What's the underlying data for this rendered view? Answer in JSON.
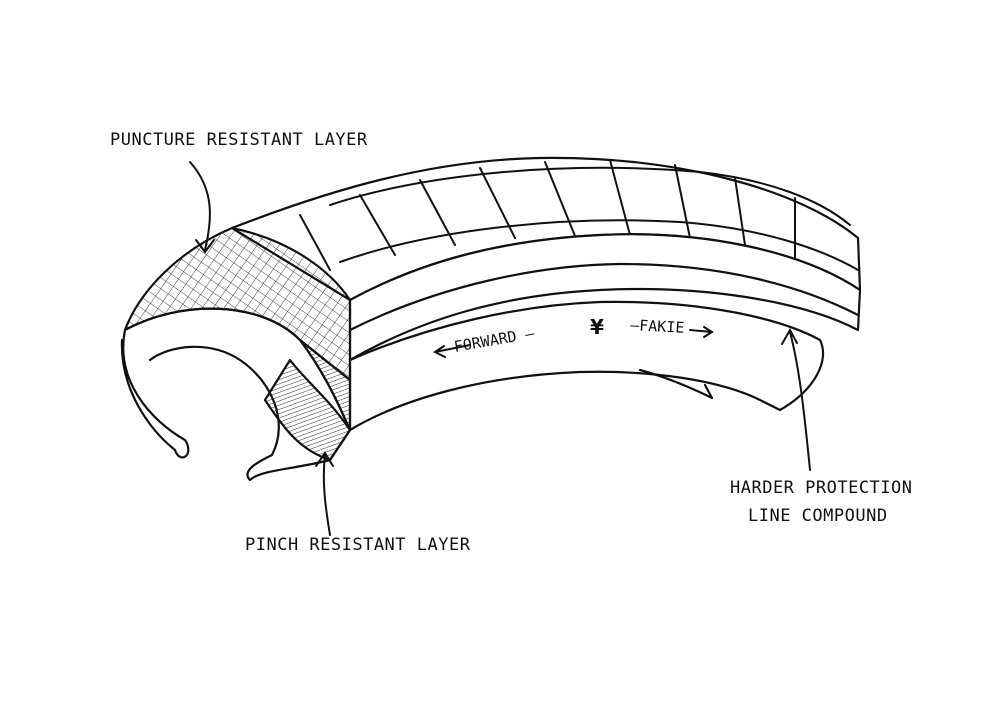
{
  "title": "Tire construction diagram",
  "labels": {
    "puncture": "PUNCTURE RESISTANT LAYER",
    "pinch": "PINCH RESISTANT LAYER",
    "harder_line1": "HARDER PROTECTION",
    "harder_line2": "LINE COMPOUND"
  },
  "sidewall": {
    "forward": "FORWARD",
    "fakie": "FAKIE",
    "logo": "¥"
  },
  "colors": {
    "ink": "#111111",
    "paper": "#ffffff"
  }
}
